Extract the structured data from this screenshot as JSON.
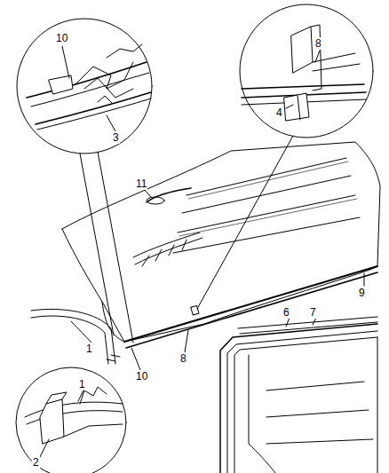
{
  "diagram": {
    "labels": [
      "10",
      "3",
      "8",
      "4",
      "11",
      "9",
      "1",
      "10",
      "8",
      "1",
      "2",
      "6",
      "7"
    ]
  }
}
